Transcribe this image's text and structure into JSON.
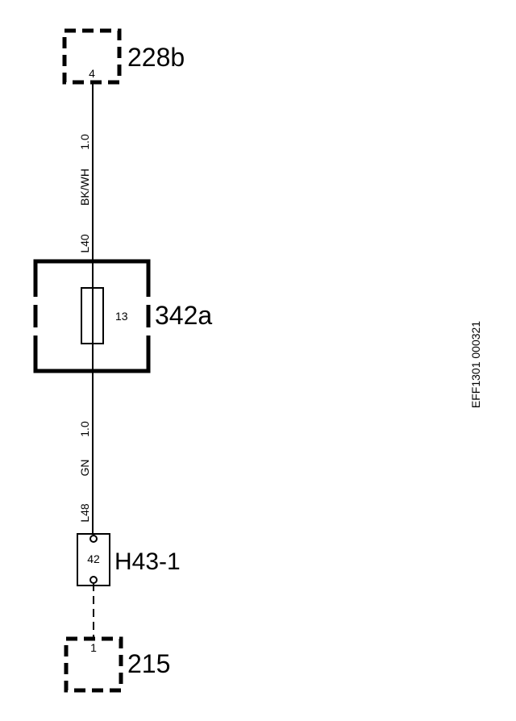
{
  "connectors": {
    "top": {
      "name": "228b",
      "pin": "4"
    },
    "bottom": {
      "name": "215",
      "pin": "1"
    }
  },
  "fuse_box": {
    "name": "342a",
    "fuse": "13"
  },
  "splice": {
    "name": "H43-1",
    "pin": "42"
  },
  "wires": {
    "upper": {
      "id": "L40",
      "color": "BK/WH",
      "size": "1.0"
    },
    "lower": {
      "id": "L48",
      "color": "GN",
      "size": "1.0"
    }
  },
  "drawing_id": "EFF1301 000321",
  "colors": {
    "line": "#000000",
    "background": "#ffffff"
  }
}
